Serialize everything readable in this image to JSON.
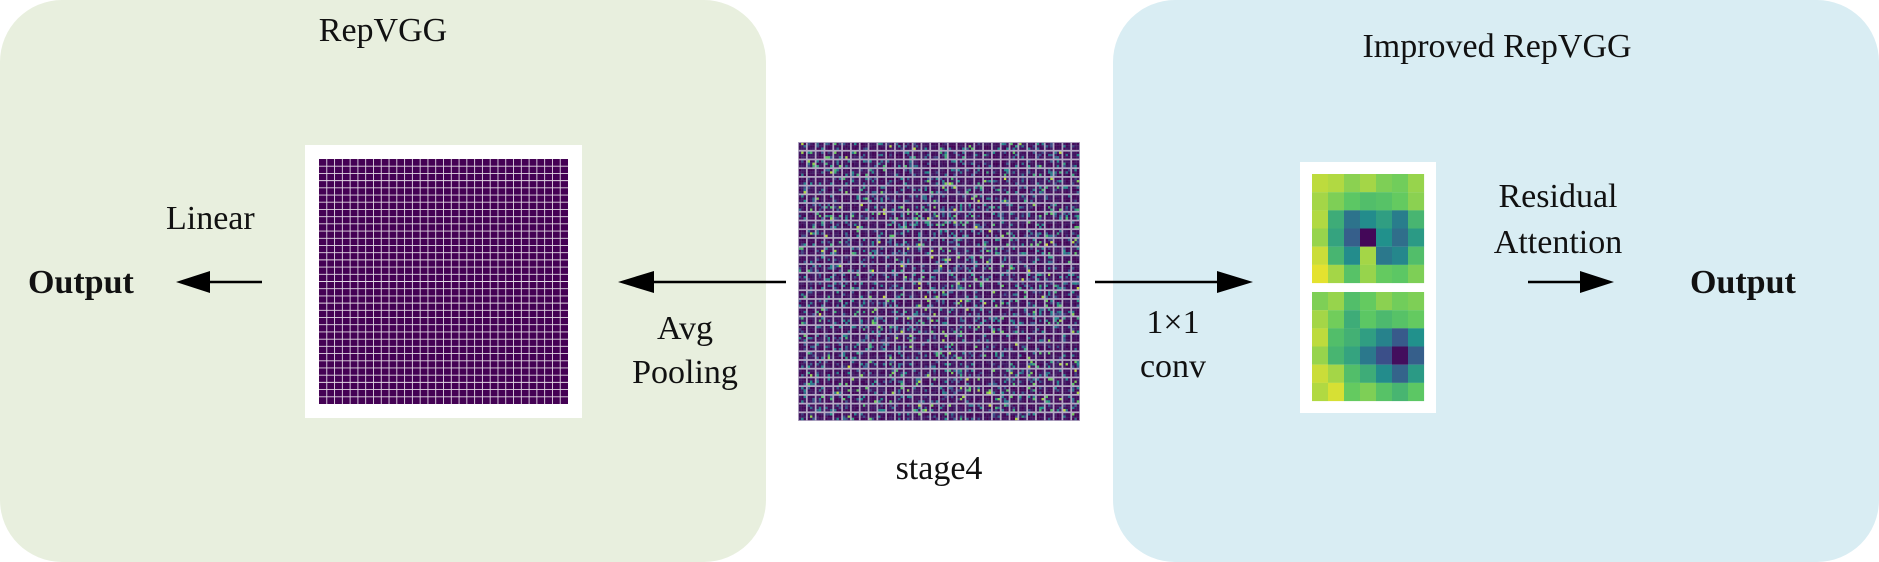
{
  "left_panel": {
    "title": "RepVGG",
    "linear_label": "Linear",
    "output_label": "Output",
    "pool_label_line1": "Avg",
    "pool_label_line2": "Pooling"
  },
  "center": {
    "stage_label": "stage4"
  },
  "right_panel": {
    "title": "Improved RepVGG",
    "conv_label_line1": "1×1",
    "conv_label_line2": "conv",
    "attention_label_line1": "Residual",
    "attention_label_line2": "Attention",
    "output_label": "Output"
  },
  "colors": {
    "left_bg": "#e8efde",
    "right_bg": "#d9edf3",
    "feature_map_purple": "#440154",
    "viridis_yellow": "#fde725",
    "viridis_green": "#5ec962",
    "viridis_teal": "#21918c",
    "viridis_blue": "#3b528b"
  },
  "attention_maps": [
    [
      [
        0.9,
        0.88,
        0.82,
        0.86,
        0.8,
        0.78,
        0.84
      ],
      [
        0.86,
        0.8,
        0.74,
        0.7,
        0.72,
        0.76,
        0.82
      ],
      [
        0.88,
        0.62,
        0.38,
        0.48,
        0.56,
        0.42,
        0.66
      ],
      [
        0.84,
        0.58,
        0.3,
        0.02,
        0.5,
        0.36,
        0.54
      ],
      [
        0.92,
        0.66,
        0.48,
        0.86,
        0.4,
        0.46,
        0.7
      ],
      [
        0.96,
        0.86,
        0.72,
        0.84,
        0.76,
        0.74,
        0.8
      ]
    ],
    [
      [
        0.8,
        0.84,
        0.7,
        0.76,
        0.82,
        0.78,
        0.8
      ],
      [
        0.86,
        0.78,
        0.62,
        0.74,
        0.68,
        0.72,
        0.76
      ],
      [
        0.9,
        0.7,
        0.64,
        0.56,
        0.44,
        0.28,
        0.5
      ],
      [
        0.84,
        0.66,
        0.58,
        0.4,
        0.24,
        0.04,
        0.3
      ],
      [
        0.92,
        0.86,
        0.7,
        0.62,
        0.48,
        0.32,
        0.54
      ],
      [
        0.88,
        0.94,
        0.76,
        0.8,
        0.72,
        0.66,
        0.74
      ]
    ]
  ]
}
